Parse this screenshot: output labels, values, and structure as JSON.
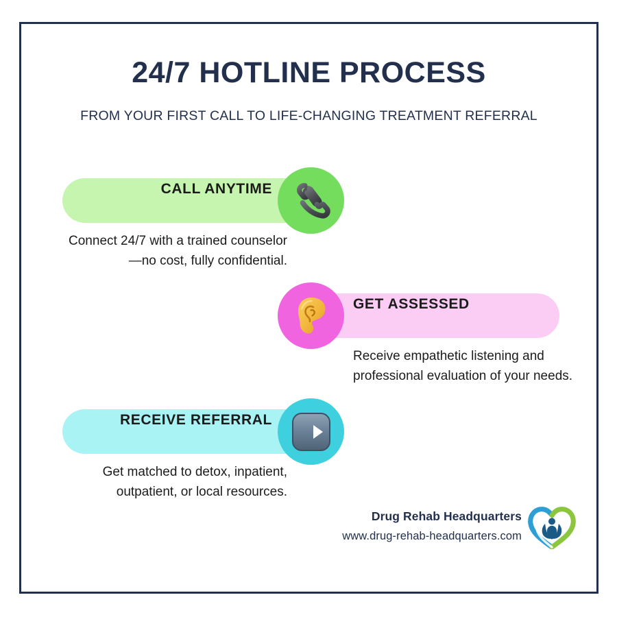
{
  "page": {
    "title": "24/7 HOTLINE PROCESS",
    "subtitle": "FROM YOUR FIRST CALL TO LIFE-CHANGING TREATMENT REFERRAL"
  },
  "colors": {
    "frame_border": "#23304d",
    "heading_text": "#23304d",
    "body_text": "#1c1c1c",
    "step1_pill": "#c6f5b0",
    "step1_circle": "#74dd5e",
    "step2_pill": "#fbcdf5",
    "step2_circle": "#f064e0",
    "step3_pill": "#aaf3f4",
    "step3_circle": "#3fd0e0",
    "logo_blue": "#2e9fd4",
    "logo_green": "#8cc63f",
    "logo_navy": "#1b5a86"
  },
  "steps": [
    {
      "label": "CALL ANYTIME",
      "description": "Connect 24/7 with a trained counselor—no cost, fully confidential.",
      "icon": "telephone-receiver-icon",
      "align": "right"
    },
    {
      "label": "GET ASSESSED",
      "description": "Receive empathetic listening and professional evaluation of your needs.",
      "icon": "ear-icon",
      "align": "left"
    },
    {
      "label": "RECEIVE REFERRAL",
      "description": "Get matched to detox, inpatient, outpatient, or local resources.",
      "icon": "right-arrow-button-icon",
      "align": "right"
    }
  ],
  "footer": {
    "brand": "Drug Rehab Headquarters",
    "url": "www.drug-rehab-headquarters.com",
    "logo": "heart-hands-logo"
  }
}
